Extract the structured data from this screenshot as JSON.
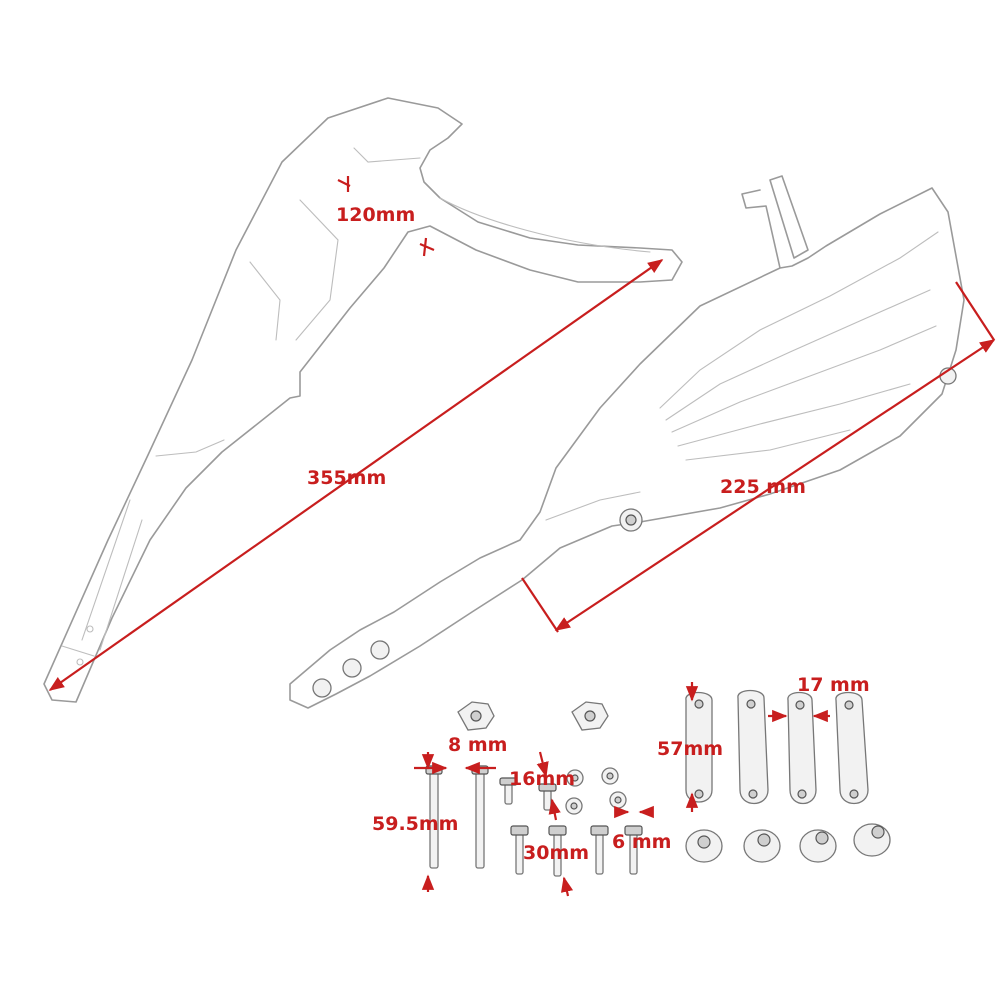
{
  "dimensions": {
    "guard_bend": "120mm",
    "guard_length": "355mm",
    "shield_width": "225 mm",
    "bolt_diameter": "8 mm",
    "bolt_long": "59.5mm",
    "screw_short": "16mm",
    "screw_medium": "30mm",
    "screw_small": "6 mm",
    "bracket_length": "57mm",
    "bracket_width": "17 mm"
  },
  "colors": {
    "dimension": "#c81e1e",
    "outline": "#9a9a9a",
    "background": "#ffffff"
  }
}
